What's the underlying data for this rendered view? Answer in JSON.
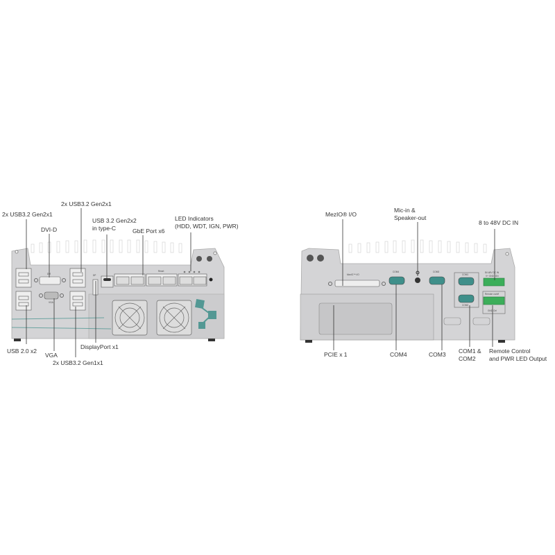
{
  "front_panel": {
    "labels": {
      "usb_gen2_left": "2x USB3.2 Gen2x1",
      "usb_gen2_mid": "2x USB3.2 Gen2x1",
      "dvi": "DVI-D",
      "usb_typec_line1": "USB 3.2 Gen2x2",
      "usb_typec_line2": "in type-C",
      "gbe": "GbE Port x6",
      "led_line1": "LED Indicators",
      "led_line2": "(HDD, WDT, IGN, PWR)",
      "usb2": "USB 2.0 x2",
      "vga": "VGA",
      "displayport": "DisplayPort x1",
      "usb_gen1": "2x USB3.2 Gen1x1"
    },
    "device_print": {
      "dvi": "DVI",
      "vga": "VGA",
      "dp": "DP",
      "reset": "Reset"
    }
  },
  "rear_panel": {
    "labels": {
      "mezio": "MezIO® I/O",
      "audio_line1": "Mic-in &",
      "audio_line2": "Speaker-out",
      "dc_in": "8 to 48V  DC IN",
      "pcie": "PCIE x 1",
      "com4": "COM4",
      "com3": "COM3",
      "com12_line1": "COM1  &",
      "com12_line2": "COM2",
      "remote_line1": "Remote Control",
      "remote_line2": "and PWR LED Output"
    },
    "device_print": {
      "mezio": "MezIO™ I/O",
      "com4": "COM4",
      "com3": "COM3",
      "com1": "COM1",
      "com2": "COM2",
      "dc_in": "8V-48V DC IN",
      "dc_pins": "V+  GND  IGN",
      "remote": "Remote on/off",
      "remote_pins": "GND  Ctrl"
    }
  },
  "colors": {
    "chassis": "#d4d4d6",
    "chassis_dark": "#bcbcbe",
    "teal": "#3f8f8a",
    "terminal_green": "#3cae5a",
    "line": "#333333"
  }
}
